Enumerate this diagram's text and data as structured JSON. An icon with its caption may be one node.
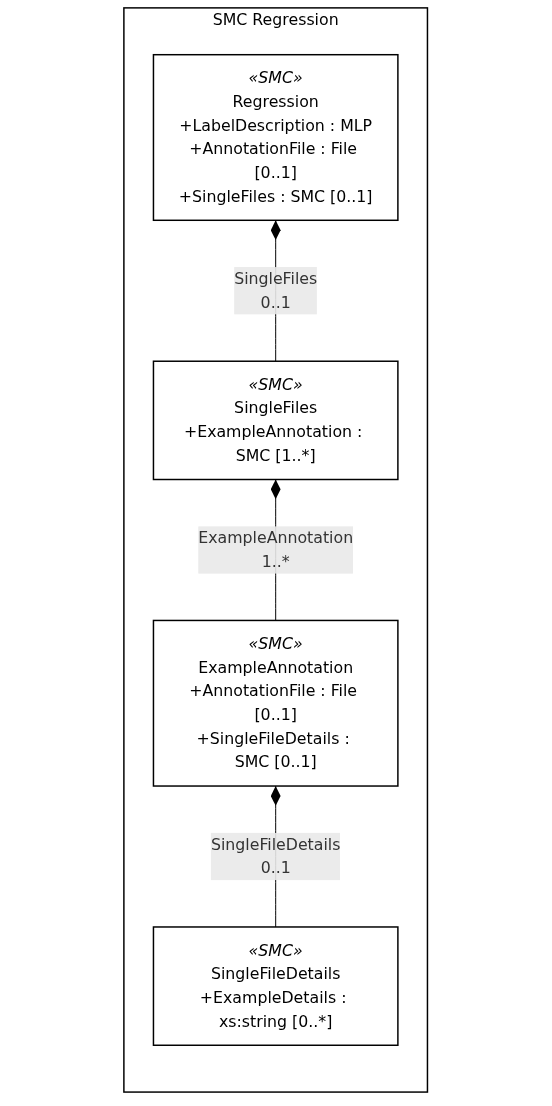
{
  "diagram": {
    "nodes": [
      {
        "text": [
          "SMC Regression"
        ]
      },
      {
        "text": [
          "«SMC»",
          "Regression",
          "+LabelDescription : MLP",
          "+AnnotationFile : File [0..1]",
          "+SingleFiles : SMC [0..1]"
        ],
        "in": 0
      },
      {
        "text": [
          "«SMC»",
          "SingleFiles",
          "+ExampleAnnotation : SMC [1..*]"
        ],
        "in": 0,
        "beside": [
          "0..1"
        ]
      },
      {
        "text": [
          "«SMC»",
          "ExampleAnnotation",
          "+AnnotationFile : File [0..1]",
          "+SingleFileDetails : SMC [0..1]"
        ],
        "in": 0,
        "beside": [
          "1..*"
        ]
      },
      {
        "text": [
          "«SMC»",
          "SingleFileDetails",
          "+ExampleDetails : xs:string [0..*]"
        ],
        "in": 0,
        "beside": [
          "0..1"
        ]
      }
    ],
    "edges": [
      {
        "from": 1,
        "to": 2,
        "arrow": "other",
        "label": "SingleFiles"
      },
      {
        "from": 2,
        "to": 3,
        "arrow": "other",
        "label": "ExampleAnnotation"
      },
      {
        "from": 3,
        "to": 4,
        "arrow": "other",
        "label": "SingleFileDetails"
      }
    ]
  }
}
